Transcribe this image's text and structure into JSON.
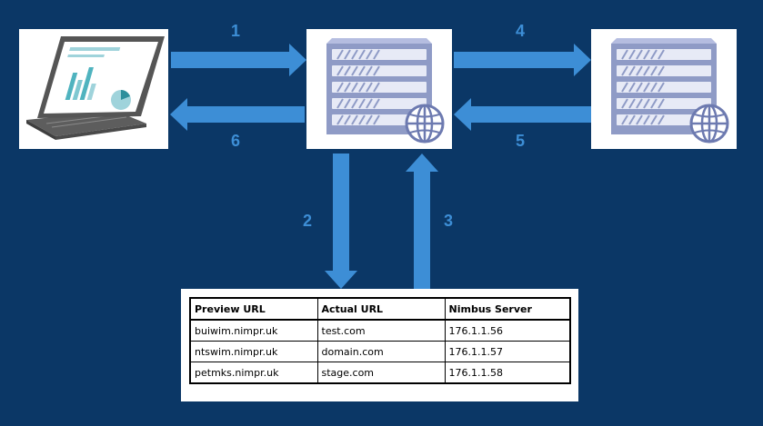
{
  "diagram": {
    "steps": [
      "1",
      "2",
      "3",
      "4",
      "5",
      "6"
    ],
    "nodes": [
      "client-laptop",
      "nimbus-proxy-server",
      "origin-web-server"
    ],
    "colors": {
      "background": "#0b3766",
      "arrow": "#3d8ed6",
      "step_label": "#3d8ed6",
      "server_body": "#8f9bc6"
    }
  },
  "table": {
    "headers": [
      "Preview URL",
      "Actual URL",
      "Nimbus Server"
    ],
    "rows": [
      [
        "buiwim.nimpr.uk",
        "test.com",
        "176.1.1.56"
      ],
      [
        "ntswim.nimpr.uk",
        "domain.com",
        "176.1.1.57"
      ],
      [
        "petmks.nimpr.uk",
        "stage.com",
        "176.1.1.58"
      ]
    ]
  }
}
